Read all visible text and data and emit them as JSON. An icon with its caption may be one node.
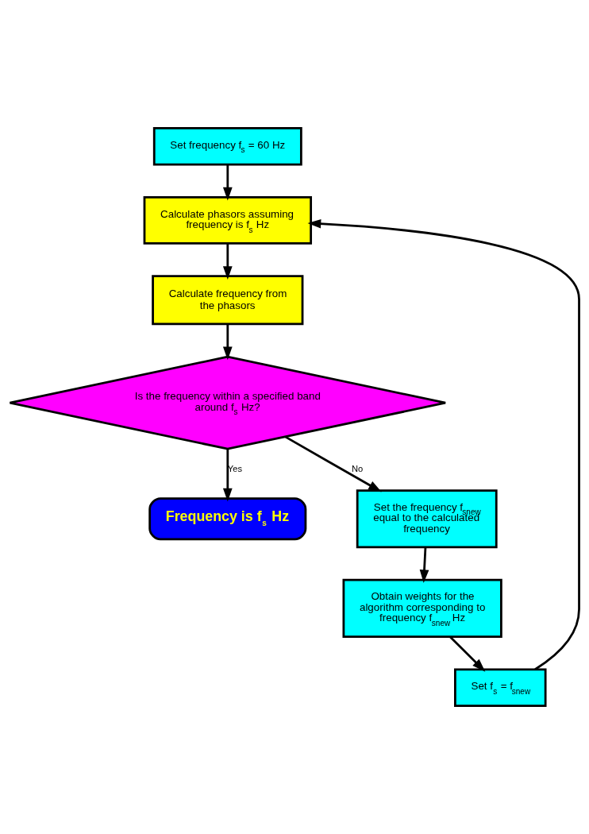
{
  "diagram": {
    "nodes": [
      {
        "text": [
          "Set frequency f$_{s}$ = 60 Hz"
        ]
      },
      {
        "text": [
          "Calculate phasors assuming frequency is f$_{s}$ Hz"
        ]
      },
      {
        "text": [
          "Calculate frequency from the phasors"
        ]
      },
      {
        "text": [
          "Is the frequency within a specified band around f$_{s}$ Hz?"
        ]
      },
      {
        "text": [
          "Frequency is f$_{s}$ Hz"
        ]
      },
      {
        "text": [
          "Set the frequency f$_{snew}$ equal to the calculated frequency"
        ]
      },
      {
        "text": [
          "Obtain weights for the algorithm corresponding to frequency f$_{snew}$ Hz"
        ]
      },
      {
        "text": [
          "Set f$_{s}$ = f$_{snew}$"
        ]
      }
    ],
    "edges": [
      {
        "from": 0,
        "to": 1,
        "arrow": "to"
      },
      {
        "from": 7,
        "to": 1,
        "arrow": "to"
      },
      {
        "from": 1,
        "to": 2,
        "arrow": "to"
      },
      {
        "from": 2,
        "to": 3,
        "arrow": "to"
      },
      {
        "from": 3,
        "to": 4,
        "label": "Yes",
        "arrow": "to"
      },
      {
        "from": 3,
        "to": 5,
        "label": "No",
        "arrow": "to"
      },
      {
        "from": 5,
        "to": 6,
        "arrow": "to"
      },
      {
        "from": 6,
        "to": 7,
        "arrow": "to"
      }
    ]
  }
}
